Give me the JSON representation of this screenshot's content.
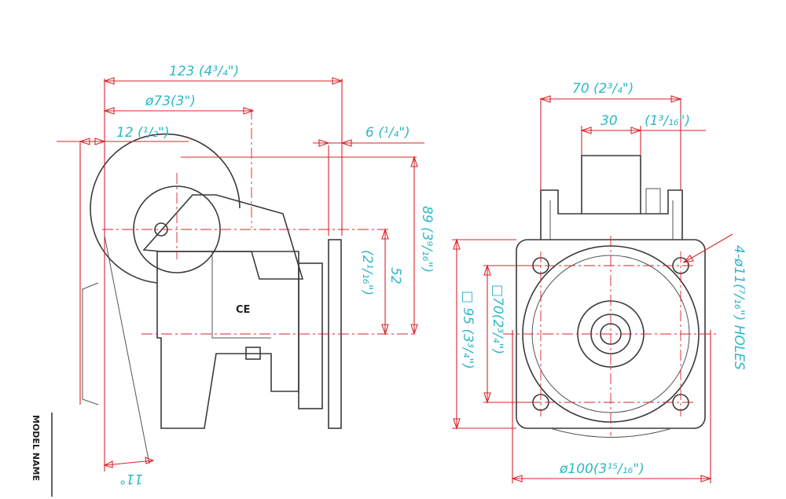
{
  "colors": {
    "dimension_line": "#d8232a",
    "dimension_text": "#2fb7c8",
    "part_outline": "#3a3a3a"
  },
  "side_view": {
    "overall_length": "123 (4³/₄\")",
    "wheel_diameter": "ø73(3\")",
    "wheel_offset": "12 (¹/₂\")",
    "plate_thickness": "6 (¹/₄\")",
    "overall_height": "89 (3⁹/₁₆\")",
    "axle_height": "52",
    "axle_height_inch": "(2¹/₁₆\")",
    "swivel_angle": "11°",
    "ce_mark": "CE",
    "model_label": "MODEL NAME"
  },
  "front_view": {
    "width": "70 (2³/₄\")",
    "wheel_width": "30",
    "wheel_width_inch": "(1³/₁₆\")",
    "plate_size": "□ 95 (3³/₄\")",
    "hole_spacing": "□70(2³/₄\")",
    "holes": "4-ø11(⁷/₁₆\") HOLES",
    "base_diameter": "ø100(3¹⁵/₁₆\")"
  }
}
